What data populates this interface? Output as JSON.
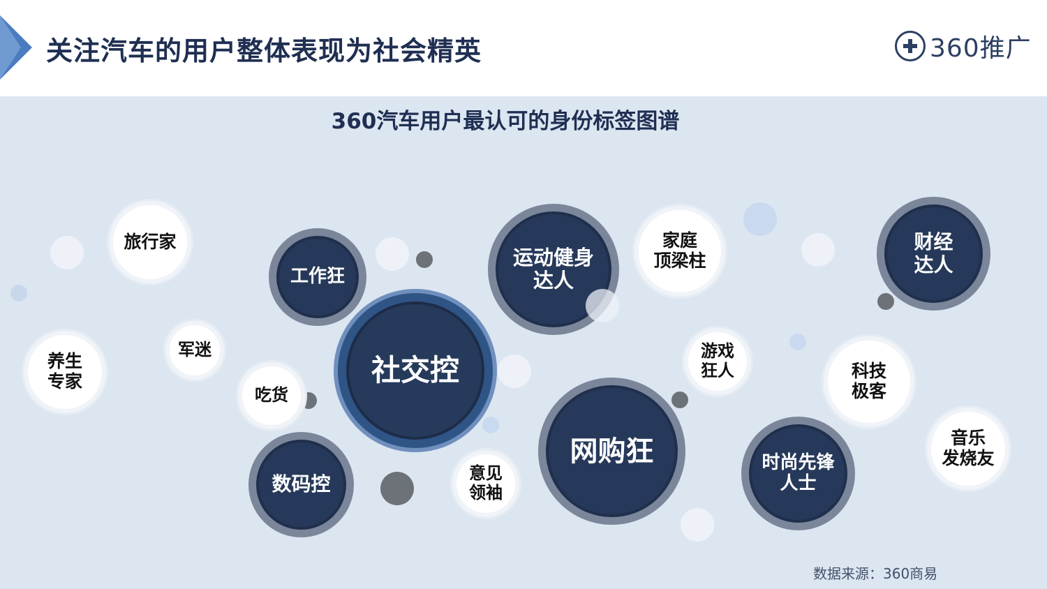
{
  "header": {
    "title": "关注汽车的用户整体表现为社会精英",
    "logo_text": "360推广"
  },
  "diagram": {
    "subtitle": "360汽车用户最认可的身份标签图谱",
    "source": "数据来源：360商易",
    "labels": {
      "travel": "旅行家",
      "workaholic": "工作狂",
      "fitness": "运动健身\n达人",
      "family": "家庭\n顶梁柱",
      "finance": "财经\n达人",
      "health": "养生\n专家",
      "military": "军迷",
      "foodie": "吃货",
      "social": "社交控",
      "gamer": "游戏\n狂人",
      "tech": "科技\n极客",
      "digital": "数码控",
      "opinion": "意见\n领袖",
      "shopping": "网购狂",
      "fashion": "时尚先锋\n人士",
      "music": "音乐\n发烧友"
    }
  }
}
